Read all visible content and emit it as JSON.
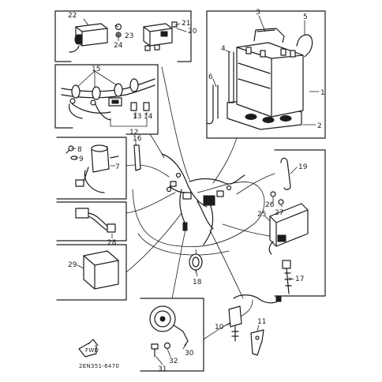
{
  "diagram": {
    "code": "2EN351-6470",
    "arrow_label": "FWD",
    "callouts": [
      {
        "id": "c1",
        "text": "1"
      },
      {
        "id": "c2",
        "text": "2"
      },
      {
        "id": "c3",
        "text": "3"
      },
      {
        "id": "c4",
        "text": "4"
      },
      {
        "id": "c5",
        "text": "5"
      },
      {
        "id": "c6",
        "text": "6"
      },
      {
        "id": "c7",
        "text": "7"
      },
      {
        "id": "c8",
        "text": "8"
      },
      {
        "id": "c9",
        "text": "9"
      },
      {
        "id": "c10",
        "text": "10"
      },
      {
        "id": "c11",
        "text": "11"
      },
      {
        "id": "c12",
        "text": "12"
      },
      {
        "id": "c13",
        "text": "13"
      },
      {
        "id": "c14",
        "text": "14"
      },
      {
        "id": "c15",
        "text": "15"
      },
      {
        "id": "c16",
        "text": "16"
      },
      {
        "id": "c17",
        "text": "17"
      },
      {
        "id": "c18",
        "text": "18"
      },
      {
        "id": "c19",
        "text": "19"
      },
      {
        "id": "c20",
        "text": "20"
      },
      {
        "id": "c21",
        "text": "21"
      },
      {
        "id": "c22",
        "text": "22"
      },
      {
        "id": "c23",
        "text": "23"
      },
      {
        "id": "c24",
        "text": "24"
      },
      {
        "id": "c25",
        "text": "25"
      },
      {
        "id": "c26",
        "text": "26"
      },
      {
        "id": "c27",
        "text": "27"
      },
      {
        "id": "c28",
        "text": "28"
      },
      {
        "id": "c29",
        "text": "29"
      },
      {
        "id": "c30",
        "text": "30"
      },
      {
        "id": "c31",
        "text": "31"
      },
      {
        "id": "c32",
        "text": "32"
      }
    ]
  }
}
